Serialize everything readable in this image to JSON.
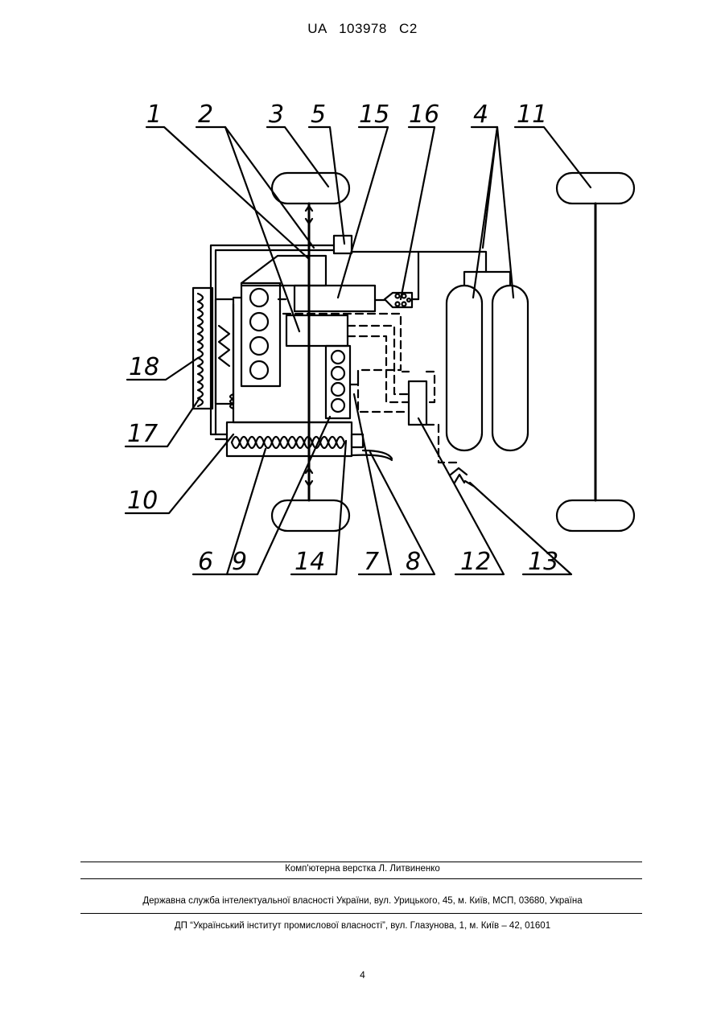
{
  "header": {
    "title": "UA 103978 C2"
  },
  "figure": {
    "labels": [
      "1",
      "2",
      "3",
      "5",
      "15",
      "16",
      "4",
      "11",
      "18",
      "17",
      "10",
      "6",
      "9",
      "14",
      "7",
      "8",
      "12",
      "13"
    ]
  },
  "footer": {
    "compositor": "Комп'ютерна верстка Л. Литвиненко",
    "agency": "Державна служба інтелектуальної власності України, вул. Урицького, 45, м. Київ, МСП, 03680, Україна",
    "institute": "ДП “Український інститут промислової власності”, вул. Глазунова, 1, м. Київ – 42, 01601"
  },
  "page_number": "4"
}
